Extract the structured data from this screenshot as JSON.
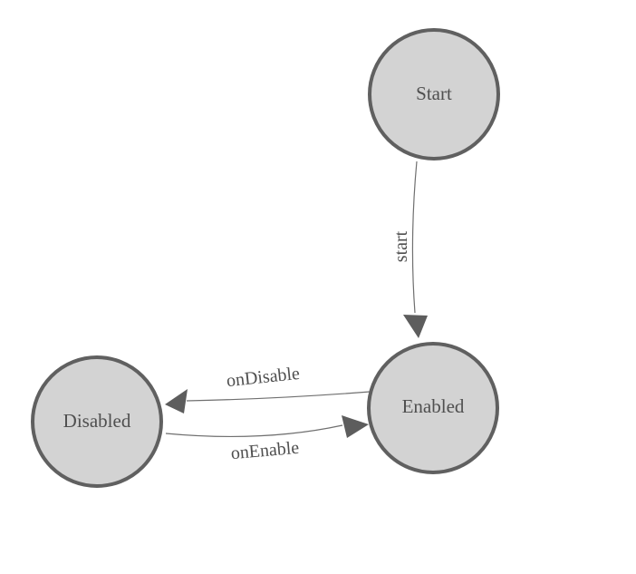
{
  "diagram": {
    "type": "state-machine",
    "colors": {
      "background": "#ffffff",
      "node_fill": "#d3d3d3",
      "node_stroke": "#606060",
      "edge_stroke": "#6f6f6f",
      "arrow_fill": "#5d5d5d",
      "text_color": "#4f4f4f"
    },
    "nodes": [
      {
        "id": "start",
        "label": "Start"
      },
      {
        "id": "enabled",
        "label": "Enabled"
      },
      {
        "id": "disabled",
        "label": "Disabled"
      }
    ],
    "edges": [
      {
        "from": "Start",
        "to": "Enabled",
        "label": "start"
      },
      {
        "from": "Enabled",
        "to": "Disabled",
        "label": "onDisable"
      },
      {
        "from": "Disabled",
        "to": "Enabled",
        "label": "onEnable"
      }
    ]
  }
}
